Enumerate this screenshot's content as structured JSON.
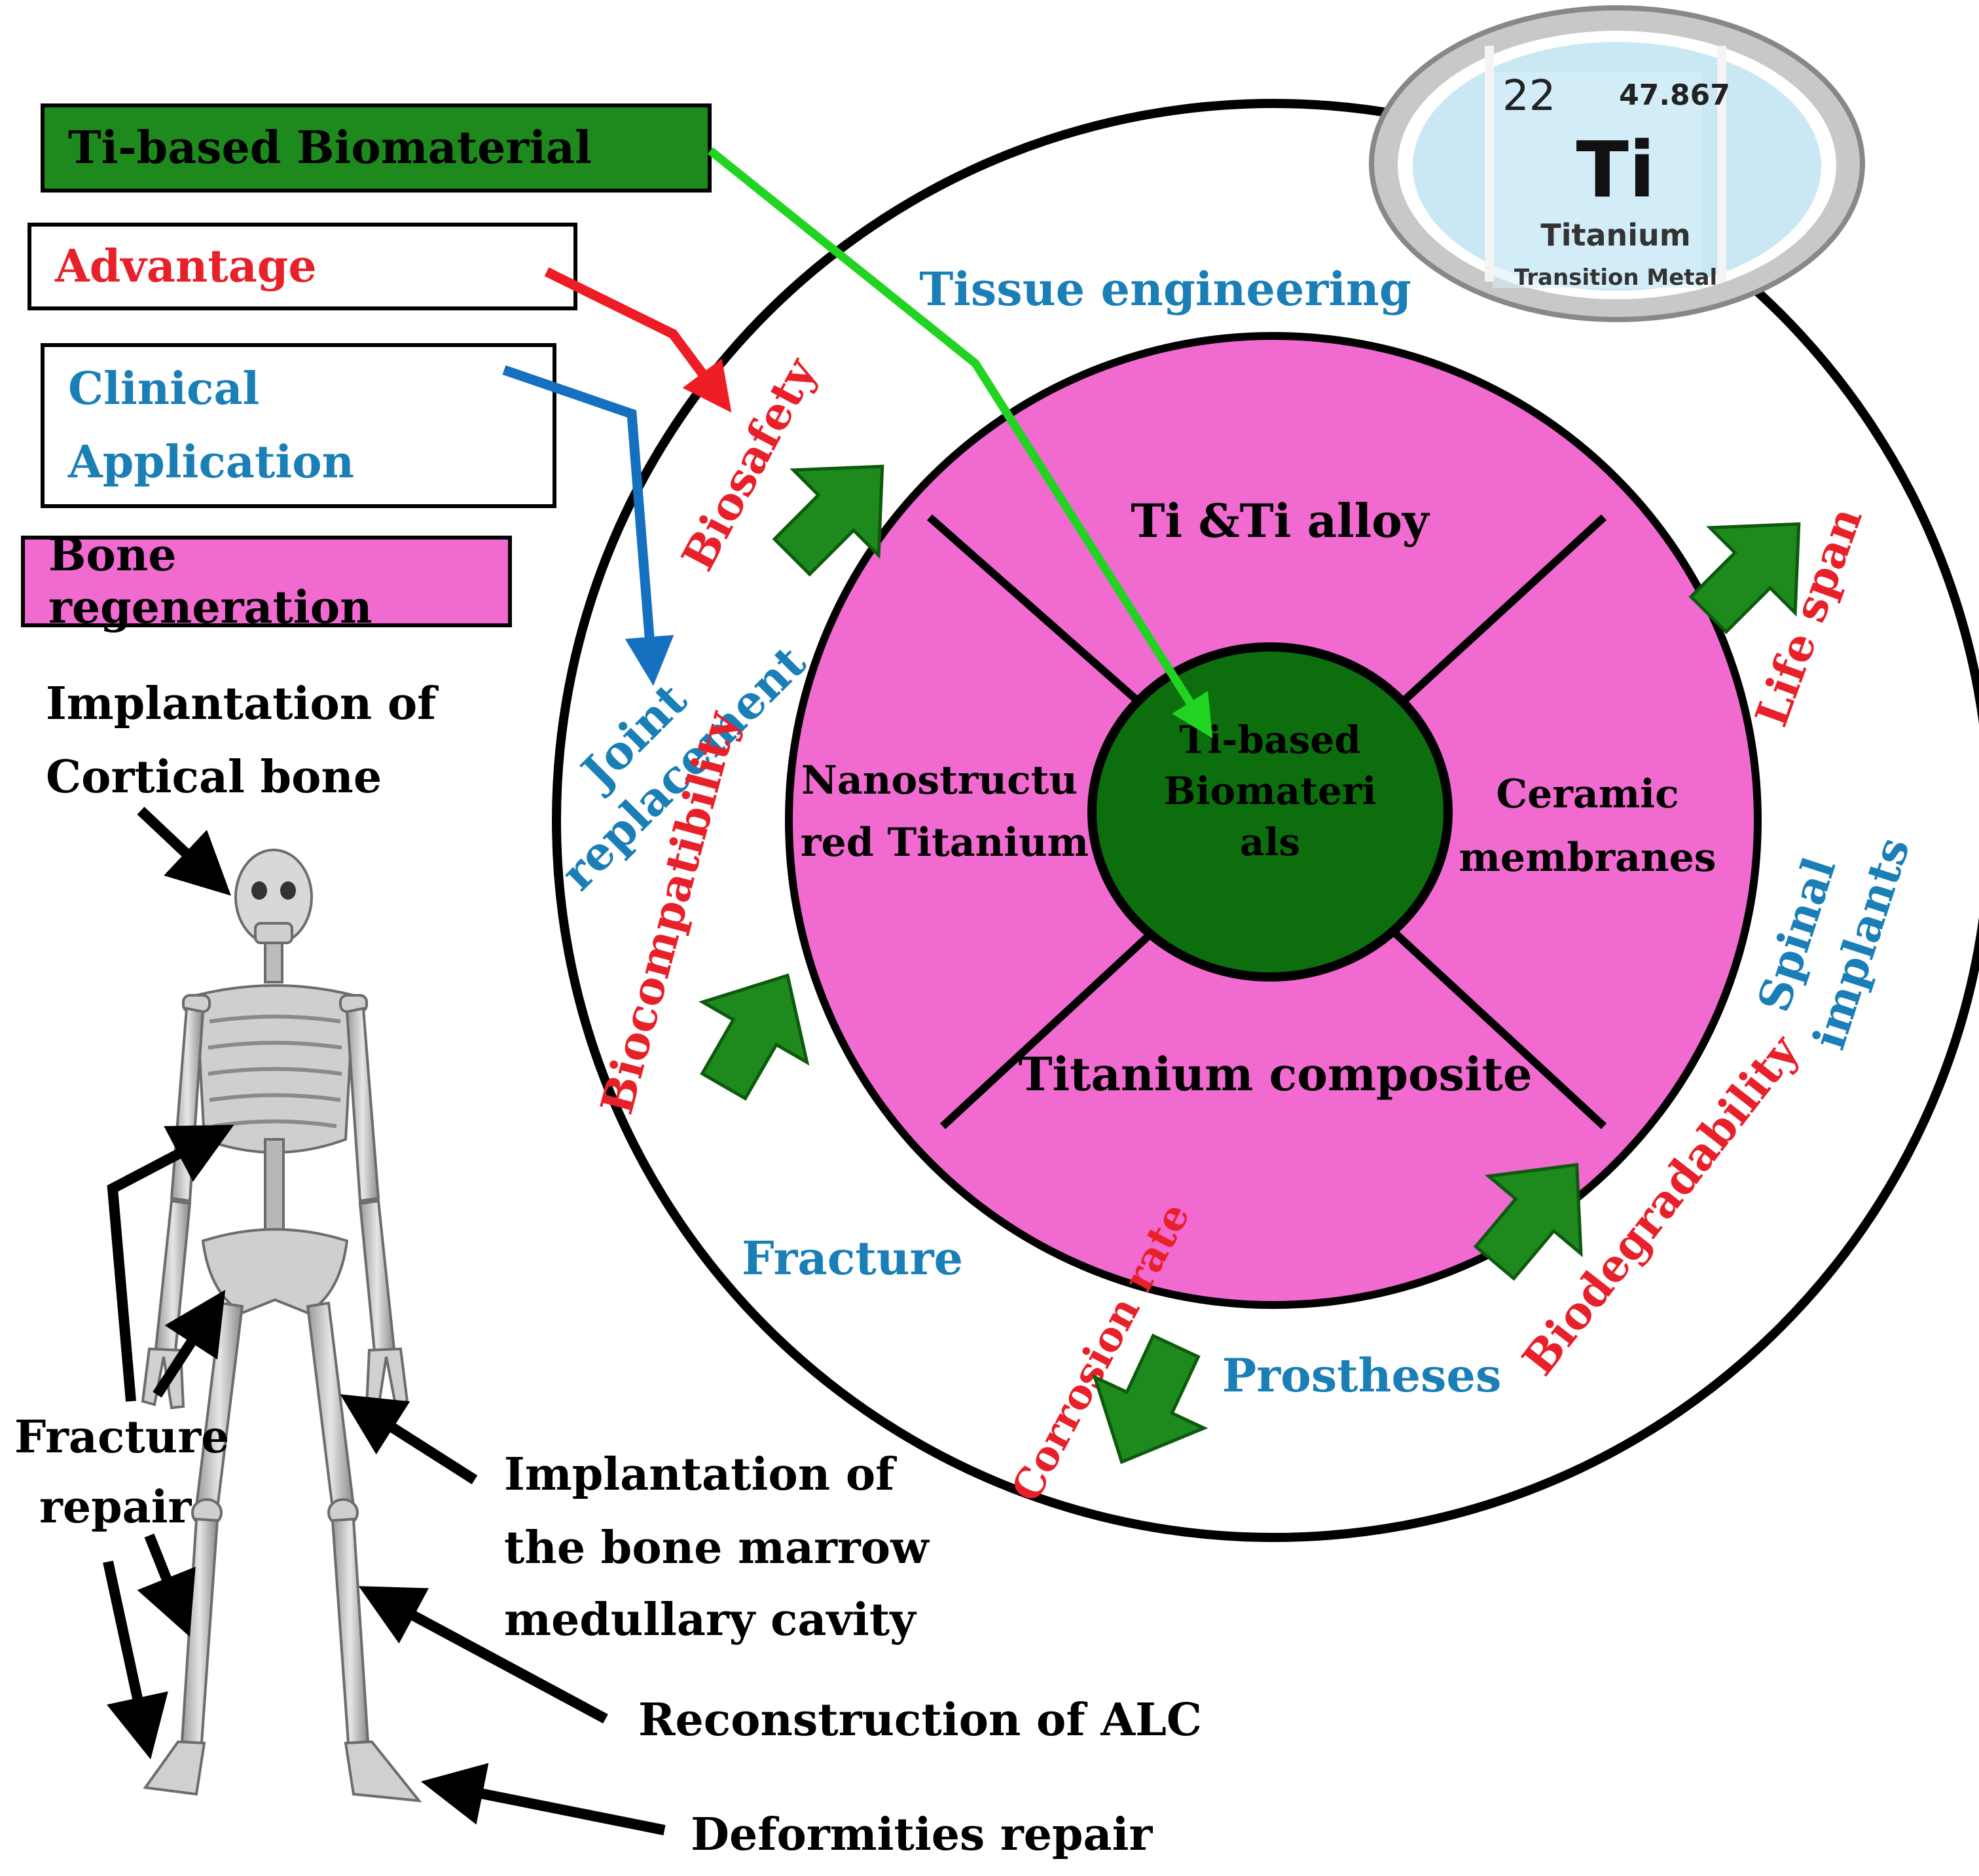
{
  "legend": {
    "ti_based": "Ti-based Biomaterial",
    "advantage": "Advantage",
    "clinical_line1": "Clinical",
    "clinical_line2": "Application",
    "bone_regen": "Bone regeneration"
  },
  "colors": {
    "green_dark": "#1e8a1e",
    "green_center": "#0d6e0d",
    "pink": "#f06ad0",
    "red": "#e8202a",
    "blue": "#1a7fb6",
    "arrow_green": "#22d422",
    "arrow_red": "#ee1c24",
    "arrow_blue": "#1570c0"
  },
  "element_card": {
    "number": "22",
    "mass": "47.867",
    "symbol": "Ti",
    "name": "Titanium",
    "category": "Transition Metal"
  },
  "inner_ring": {
    "top": "Ti &Ti alloy",
    "left_line1": "Nanostructu",
    "left_line2": "red Titanium",
    "right_line1": "Ceramic",
    "right_line2": "membranes",
    "bottom": "Titanium composite",
    "center_line1": "Ti-based",
    "center_line2": "Biomateri",
    "center_line3": "als"
  },
  "clinical_applications": {
    "tissue": "Tissue engineering",
    "joint_line1": "Joint",
    "joint_line2": "replacement",
    "fracture": "Fracture",
    "prostheses": "Prostheses",
    "spinal_line1": "Spinal",
    "spinal_line2": "implants"
  },
  "advantages": {
    "biosafety": "Biosafety",
    "biocompat": "Biocompatibility",
    "corrosion": "Corrosion rate",
    "biodegrad": "Biodegradability",
    "lifespan": "Life span"
  },
  "skeleton_labels": {
    "cortical_line1": "Implantation of",
    "cortical_line2": "Cortical bone",
    "fracture_line1": "Fracture",
    "fracture_line2": "repair",
    "marrow_line1": "Implantation of",
    "marrow_line2": "the bone marrow",
    "marrow_line3": "medullary cavity",
    "alc": "Reconstruction of ALC",
    "deformities": "Deformities repair"
  }
}
